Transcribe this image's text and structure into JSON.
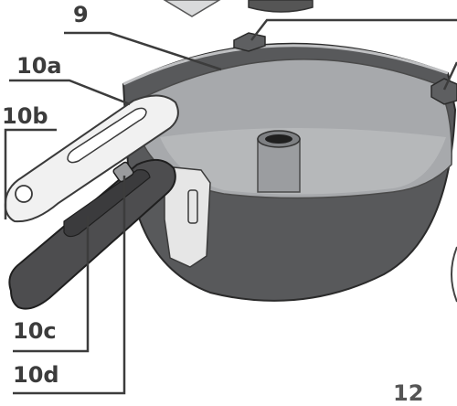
{
  "callouts": {
    "c9": "9",
    "c10a": "10a",
    "c10b": "10b",
    "c10c": "10c",
    "c10d": "10d",
    "c12": "12"
  },
  "colors": {
    "bowl_outer": "#58595b",
    "bowl_inner": "#a7a9ac",
    "bowl_rim": "#6d6e71",
    "handle_white": "#f1f1f1",
    "handle_dark": "#4d4d4f",
    "leader_line": "#3c3c3c"
  }
}
